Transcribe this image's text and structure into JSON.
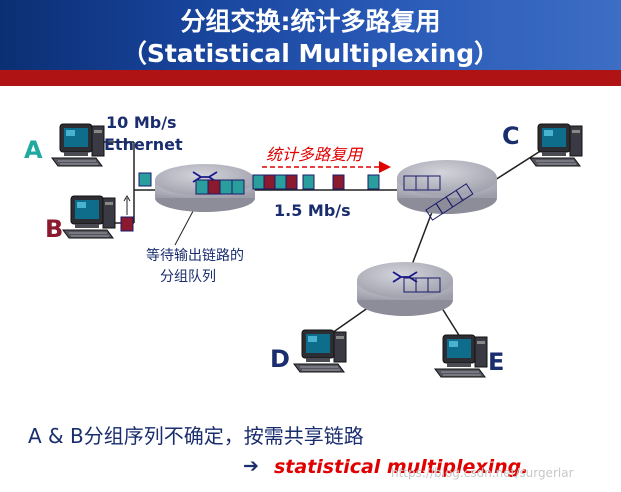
{
  "header": {
    "title_line1": "分组交换:统计多路复用",
    "title_line2": "（Statistical Multiplexing）"
  },
  "diagram": {
    "hosts": [
      "A",
      "B",
      "C",
      "D",
      "E"
    ],
    "link_label_line1": "10 Mb/s",
    "link_label_line2": "Ethernet",
    "mux_label": "统计多路复用",
    "rate_label": "1.5 Mb/s",
    "queue_label_line1": "等待输出链路的",
    "queue_label_line2": "分组队列",
    "colors": {
      "teal": "#2a9d9d",
      "maroon": "#8b1a2e",
      "router": "#b9b9c3",
      "accent": "#e00000"
    }
  },
  "footer": {
    "statement": "A & B分组序列不确定，按需共享链路",
    "arrow": "➔",
    "emphasis": "statistical multiplexing.",
    "watermark": "https://blog.csdn.net/surgerlar"
  }
}
